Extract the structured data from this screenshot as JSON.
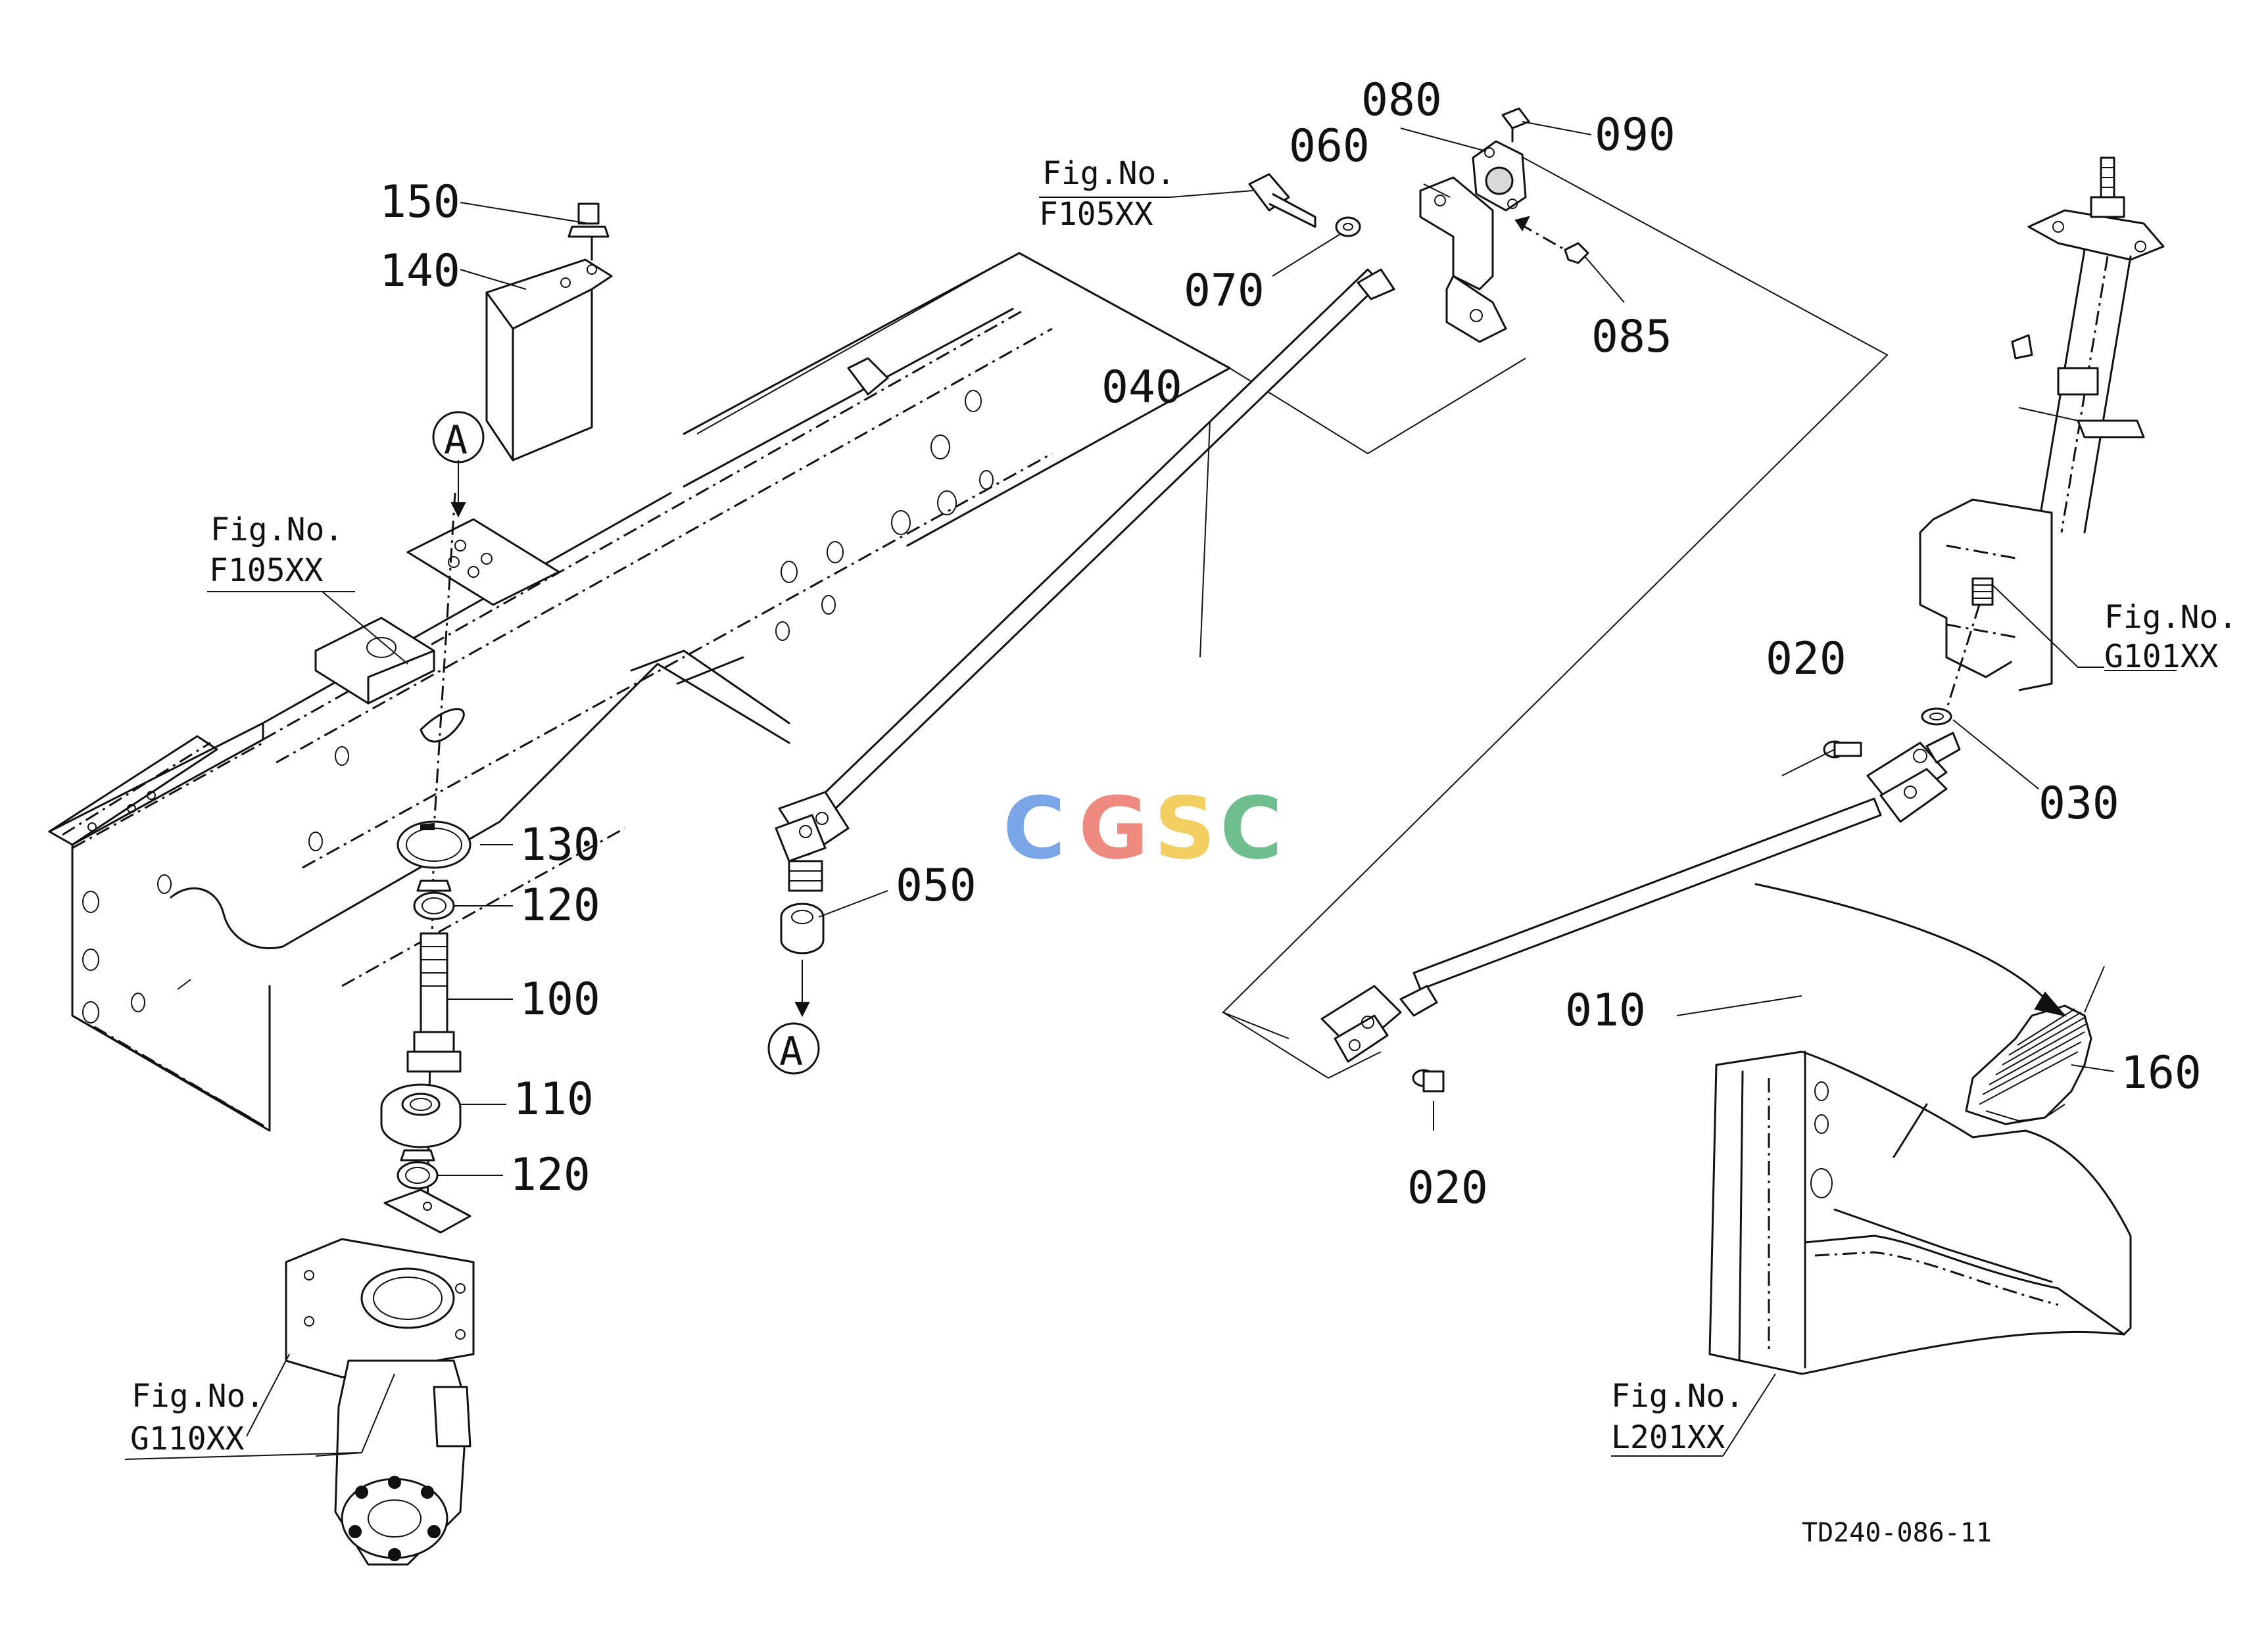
{
  "parts": {
    "p010": "010",
    "p020a": "020",
    "p020b": "020",
    "p030": "030",
    "p040": "040",
    "p050": "050",
    "p060": "060",
    "p070": "070",
    "p080": "080",
    "p085": "085",
    "p090": "090",
    "p100": "100",
    "p110": "110",
    "p120a": "120",
    "p120b": "120",
    "p130": "130",
    "p140": "140",
    "p150": "150",
    "p160": "160"
  },
  "figure_refs": {
    "top_center": {
      "label": "Fig.No.",
      "code": "F105XX"
    },
    "left": {
      "label": "Fig.No.",
      "code": "F105XX"
    },
    "right": {
      "label": "Fig.No.",
      "code": "G101XX"
    },
    "bottom_left": {
      "label": "Fig.No.",
      "code": "G110XX"
    },
    "bottom_right": {
      "label": "Fig.No.",
      "code": "L201XX"
    }
  },
  "markers": {
    "top": "A",
    "bottom": "A"
  },
  "watermark": {
    "letters": [
      "C",
      "G",
      "S",
      "C"
    ],
    "colors": [
      "#7aa6e8",
      "#ef8a80",
      "#f2cf60",
      "#6fbf8e"
    ]
  },
  "drawing_code": "TD240-086-11"
}
